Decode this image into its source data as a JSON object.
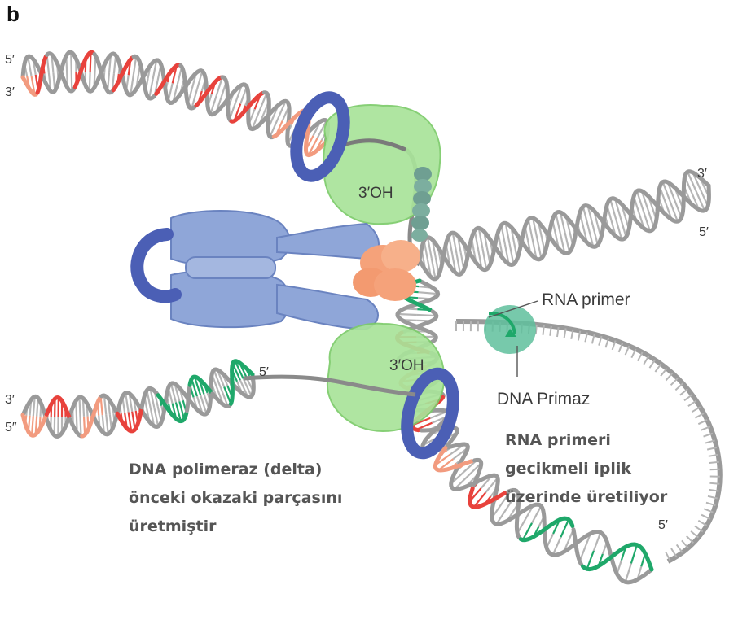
{
  "panel_letter": "b",
  "colors": {
    "backbone": "#9a9a9a",
    "rung": "#b5b5b5",
    "parent_red": "#e8423c",
    "parent_salmon": "#f29b7f",
    "rna_green": "#1fa86a",
    "polymerase_green": "#a9e39a",
    "clamp_blue": "#4b5fb5",
    "clamp_loader_blue": "#8fa6d8",
    "helicase_orange": "#f5a27a",
    "primase_teal": "#5fbf9c",
    "ssb_teal": "#6f9f92",
    "caption_gray": "#555555"
  },
  "strand_ends": {
    "top_left_5": "5′",
    "top_left_3": "3′",
    "right_3": "3′",
    "right_5": "5′",
    "bottom_left_3": "3′",
    "bottom_left_5": "5″",
    "okazaki_5": "5′",
    "loop_5": "5′"
  },
  "oh_labels": {
    "top": "3′OH",
    "bottom": "3′OH"
  },
  "labels": {
    "rna_primer": "RNA primer",
    "dna_primase": "DNA Primaz"
  },
  "captions": {
    "left": [
      "DNA polimeraz (delta)",
      "önceki okazaki parçasını",
      "üretmiştir"
    ],
    "right": [
      "RNA primeri",
      "gecikmeli iplik",
      "üzerinde üretiliyor"
    ]
  }
}
